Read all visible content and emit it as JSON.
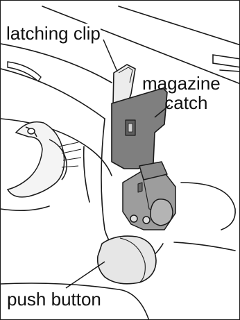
{
  "labels": {
    "latching_clip": "latching clip",
    "magazine_catch_line1": "magazine",
    "magazine_catch_line2": "catch",
    "push_button": "push button"
  },
  "colors": {
    "clip_fill": "#ececec",
    "catch_fill": "#7f7f7f",
    "mechanism_fill": "#9d9d9d",
    "button_fill": "#e6e6e6",
    "outline": "#1a1a1a"
  }
}
